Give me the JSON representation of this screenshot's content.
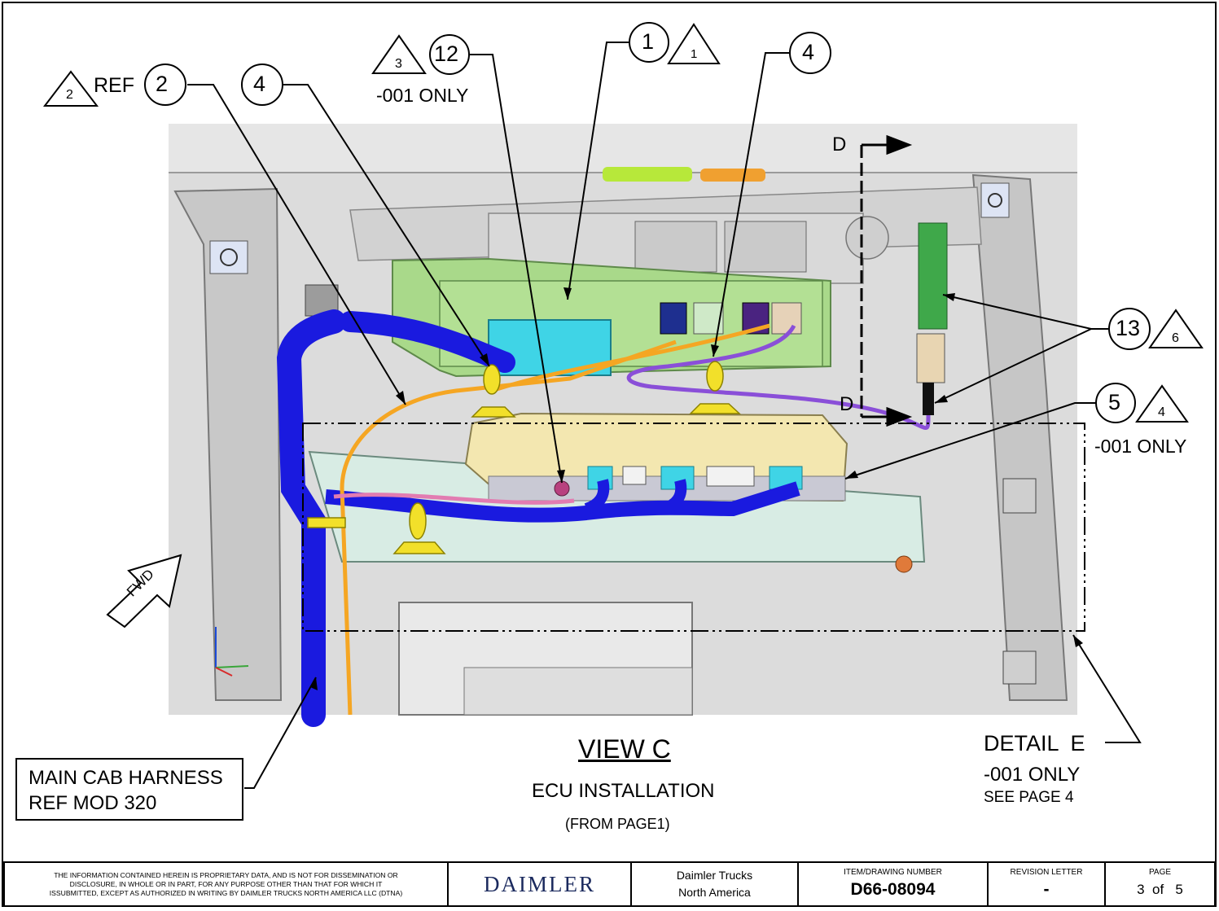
{
  "view": {
    "title": "VIEW C",
    "subtitle": "ECU INSTALLATION",
    "from": "(FROM PAGE1)"
  },
  "callouts": {
    "c1": "1",
    "c2": "2",
    "c4a": "4",
    "c4b": "4",
    "c5": "5",
    "c12": "12",
    "c13": "13"
  },
  "revision_triangles": {
    "t1": "1",
    "t2": "2",
    "t3": "3",
    "t4": "4",
    "t6": "6"
  },
  "notes": {
    "ref": "REF",
    "only_001_a": "-001 ONLY",
    "only_001_b": "-001 ONLY",
    "fwd": "FWD",
    "section_d_top": "D",
    "section_d_bottom": "D"
  },
  "detail": {
    "title": "DETAIL  E",
    "note1": "-001 ONLY",
    "note2": "SEE PAGE 4"
  },
  "harness_box": {
    "line1": "MAIN CAB HARNESS",
    "line2": "REF MOD 320"
  },
  "title_block": {
    "disclaimer_l1": "THE INFORMATION CONTAINED HEREIN IS PROPRIETARY DATA, AND IS NOT FOR DISSEMINATION OR",
    "disclaimer_l2": "DISCLOSURE, IN WHOLE OR  IN PART, FOR ANY PURPOSE OTHER THAN THAT FOR WHICH IT",
    "disclaimer_l3": "ISSUBMITTED, EXCEPT AS AUTHORIZED IN WRITING BY DAIMLER TRUCKS NORTH AMERICA LLC (DTNA)",
    "logo": "DAIMLER",
    "company_l1": "Daimler Trucks",
    "company_l2": "North America",
    "item_header": "ITEM/DRAWING NUMBER",
    "item_number": "D66-08094",
    "rev_header": "REVISION LETTER",
    "rev_value": "-",
    "page_header": "PAGE",
    "page_current": "3",
    "page_of": "of",
    "page_total": "5"
  },
  "colors": {
    "harness_blue": "#1a1adf",
    "cable_orange": "#f5a623",
    "cable_purple": "#8a4fd8",
    "ecu_green": "#a9d98a",
    "module_yellow": "#f3e7b0",
    "connector_cyan": "#3fd4e6",
    "tie_yellow": "#f2e02a"
  }
}
